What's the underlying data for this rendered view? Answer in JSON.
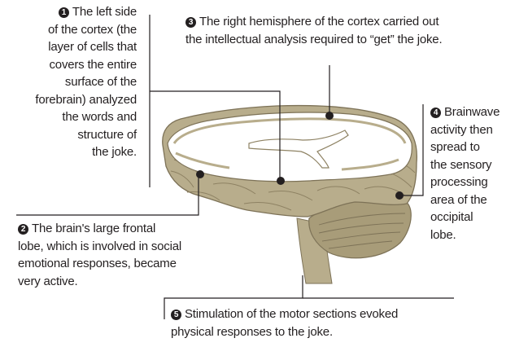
{
  "annotations": [
    {
      "number": "1",
      "lines": [
        "The left side",
        "of the cortex (the",
        "layer of cells that",
        "covers the entire",
        "surface of the",
        "forebrain) analyzed",
        "the words and",
        "structure of",
        "the joke."
      ]
    },
    {
      "number": "2",
      "lines": [
        "The brain's large frontal",
        "lobe, which is involved in social",
        "emotional responses, became",
        "very active."
      ]
    },
    {
      "number": "3",
      "lines": [
        "The right hemisphere of the cortex carried out",
        "the intellectual analysis required to “get” the joke."
      ]
    },
    {
      "number": "4",
      "lines": [
        "Brainwave",
        "activity then",
        "spread to",
        "the sensory",
        "processing",
        "area of the",
        "occipital",
        "lobe."
      ]
    },
    {
      "number": "5",
      "lines": [
        "Stimulation of the motor sections evoked",
        "physical responses to the joke."
      ]
    }
  ],
  "colors": {
    "text": "#231f20",
    "brain_tissue": "#b8ad8c",
    "brain_tissue_dark": "#8e8263",
    "cut_section_white": "#ffffff",
    "leader_line": "#231f20"
  }
}
